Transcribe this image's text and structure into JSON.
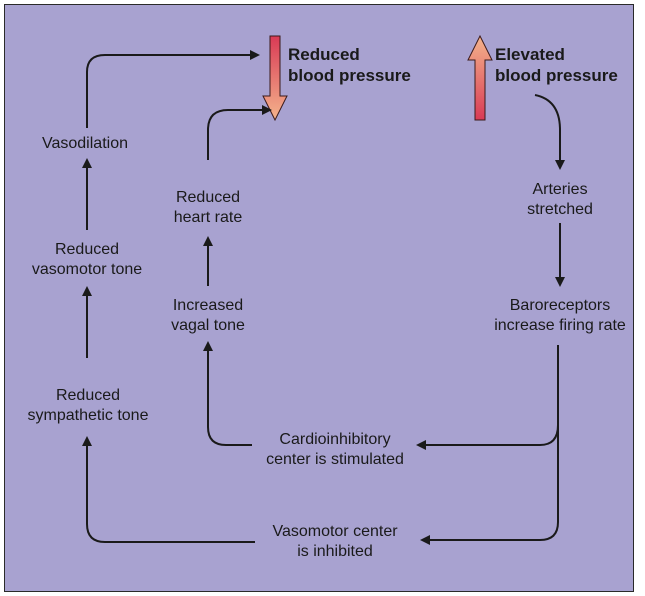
{
  "colors": {
    "background": "#a8a2d0",
    "arrow_line": "#1a1a1a",
    "pressure_arrow_top": "#f4b48c",
    "pressure_arrow_bottom": "#d93a55"
  },
  "nodes": {
    "reduced_bp": [
      "Reduced",
      "blood pressure"
    ],
    "elevated_bp": [
      "Elevated",
      "blood pressure"
    ],
    "arteries": [
      "Arteries",
      "stretched"
    ],
    "baroreceptors": [
      "Baroreceptors",
      "increase firing rate"
    ],
    "cardioinhibitory": [
      "Cardioinhibitory",
      "center is stimulated"
    ],
    "vasomotor_center": [
      "Vasomotor center",
      "is inhibited"
    ],
    "vasodilation": [
      "Vasodilation"
    ],
    "reduced_vasomotor_tone": [
      "Reduced",
      "vasomotor tone"
    ],
    "reduced_sympathetic_tone": [
      "Reduced",
      "sympathetic tone"
    ],
    "reduced_heart_rate": [
      "Reduced",
      "heart rate"
    ],
    "increased_vagal_tone": [
      "Increased",
      "vagal tone"
    ]
  },
  "icons": {
    "down_arrow": "decrease-arrow-icon",
    "up_arrow": "increase-arrow-icon"
  }
}
